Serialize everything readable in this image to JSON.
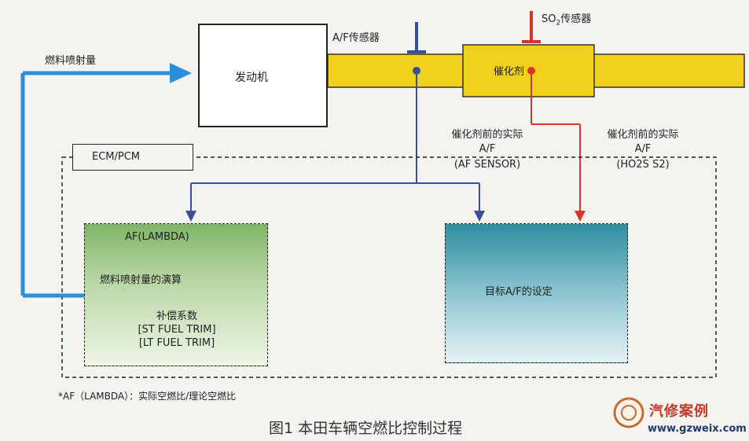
{
  "engine_label": "发动机",
  "fuel_injection_label": "燃料喷射量",
  "af_sensor_label": "A/F传感器",
  "o2_sensor_label": {
    "prefix": "SO",
    "sub": "2",
    "suffix": "传感器"
  },
  "catalyst_label": "催化剂",
  "ecm_label": "ECM/PCM",
  "af_sensor_signal": {
    "line1": "催化剂前的实际",
    "line2": "A/F",
    "line3": "(AF SENSOR)"
  },
  "ho2s_signal": {
    "line1": "催化剂前的实际",
    "line2": "A/F",
    "line3": "(HO2S S2)"
  },
  "calc_box": {
    "line1": "AF(LAMBDA)",
    "line2": "燃料喷射量的演算",
    "line3": "补偿系数",
    "line4": "[ST FUEL TRIM]",
    "line5": "[LT FUEL TRIM]"
  },
  "target_box": {
    "label": "目标A/F的设定"
  },
  "footnote": "*AF（LAMBDA）：实际空燃比/理论空燃比",
  "caption": "图1 本田车辆空燃比控制过程",
  "watermark": {
    "name": "汽修案例",
    "site": "www.gzweix.com"
  },
  "colors": {
    "exhaust_pipe": "#f2d01e",
    "fuel_arrow": "#2a8fd6",
    "af_signal": "#3a4f9a",
    "o2_signal": "#d8352a"
  }
}
